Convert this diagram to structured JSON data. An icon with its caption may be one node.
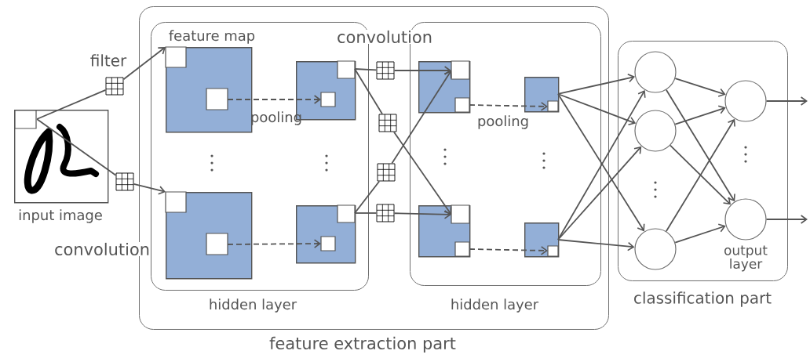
{
  "diagram": {
    "nodes": [
      {
        "text": [
          "feature extraction part"
        ]
      },
      {
        "text": [
          "hidden layer"
        ],
        "in": 0
      },
      {
        "text": [],
        "shape": "box",
        "in": 1
      },
      {
        "text": [],
        "shape": "box",
        "in": 1
      },
      {
        "text": [],
        "shape": "box",
        "in": 1
      },
      {
        "text": [],
        "shape": "box",
        "in": 1
      },
      {
        "text": [
          "hidden layer"
        ],
        "in": 0
      },
      {
        "text": [],
        "shape": "box",
        "in": 6
      },
      {
        "text": [],
        "shape": "box",
        "in": 6
      },
      {
        "text": [],
        "shape": "box",
        "in": 6
      },
      {
        "text": [],
        "shape": "box",
        "in": 6
      },
      {
        "text": [
          "classification part"
        ]
      },
      {
        "text": [],
        "shape": "circle",
        "in": 11
      },
      {
        "text": [],
        "shape": "circle",
        "in": 11
      },
      {
        "text": [],
        "shape": "circle",
        "in": 11
      },
      {
        "text": [],
        "shape": "circle",
        "in": 11
      },
      {
        "text": [],
        "shape": "circle",
        "in": 11,
        "beside": [
          "output layer"
        ]
      },
      {
        "text": [],
        "shape": "picture",
        "beside": [
          "input image"
        ]
      },
      {
        "text": [],
        "shape": "grid"
      },
      {
        "text": [],
        "shape": "grid"
      },
      {
        "text": [],
        "shape": "grid",
        "in": 0
      },
      {
        "text": [],
        "shape": "grid",
        "in": 0
      },
      {
        "text": [],
        "shape": "grid",
        "in": 0
      },
      {
        "text": [],
        "shape": "grid",
        "in": 0
      }
    ],
    "edges": [
      {
        "from": 17,
        "to": 18,
        "arrow": "none"
      },
      {
        "from": 18,
        "to": 2,
        "arrow": "to"
      },
      {
        "from": 17,
        "to": 19,
        "arrow": "none"
      },
      {
        "from": 19,
        "to": 3,
        "arrow": "to"
      },
      {
        "from": 2,
        "to": 4,
        "arrow": "to",
        "style": "dashed",
        "label": "pooling"
      },
      {
        "from": 3,
        "to": 5,
        "arrow": "to",
        "style": "dashed"
      },
      {
        "from": 4,
        "to": 20,
        "arrow": "none"
      },
      {
        "from": 20,
        "to": 7,
        "arrow": "to"
      },
      {
        "from": 4,
        "to": 21,
        "arrow": "none"
      },
      {
        "from": 21,
        "to": 8,
        "arrow": "to"
      },
      {
        "from": 5,
        "to": 22,
        "arrow": "none"
      },
      {
        "from": 22,
        "to": 7,
        "arrow": "to"
      },
      {
        "from": 5,
        "to": 23,
        "arrow": "none"
      },
      {
        "from": 23,
        "to": 8,
        "arrow": "to"
      },
      {
        "from": 7,
        "to": 9,
        "arrow": "to",
        "style": "dashed",
        "label": "pooling"
      },
      {
        "from": 8,
        "to": 10,
        "arrow": "to",
        "style": "dashed"
      },
      {
        "from": 9,
        "to": 12,
        "arrow": "to"
      },
      {
        "from": 9,
        "to": 13,
        "arrow": "to"
      },
      {
        "from": 9,
        "to": 14,
        "arrow": "to"
      },
      {
        "from": 10,
        "to": 12,
        "arrow": "to"
      },
      {
        "from": 10,
        "to": 13,
        "arrow": "to"
      },
      {
        "from": 10,
        "to": 14,
        "arrow": "to"
      },
      {
        "from": 12,
        "to": 15,
        "arrow": "to"
      },
      {
        "from": 12,
        "to": 16,
        "arrow": "to"
      },
      {
        "from": 13,
        "to": 15,
        "arrow": "to"
      },
      {
        "from": 13,
        "to": 16,
        "arrow": "to"
      },
      {
        "from": 14,
        "to": 15,
        "arrow": "to"
      },
      {
        "from": 14,
        "to": 16,
        "arrow": "to"
      },
      {
        "from": 15,
        "to": null,
        "arrow": "to"
      },
      {
        "from": 16,
        "to": null,
        "arrow": "to"
      }
    ],
    "labels": [
      "feature map",
      "convolution",
      "filter",
      "convolution"
    ]
  }
}
